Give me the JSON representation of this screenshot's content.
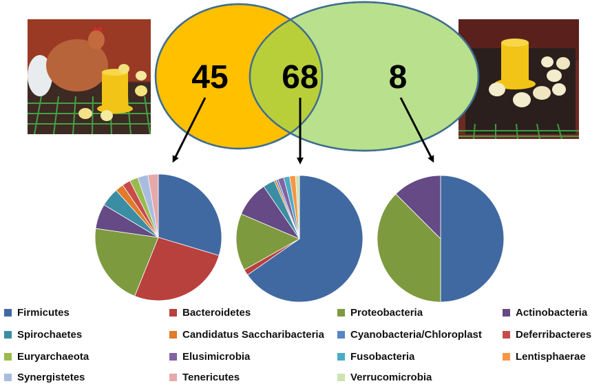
{
  "colors": {
    "venn_left": "#FFC000",
    "venn_overlap": "#B8CF3A",
    "venn_right": "#B9E08C",
    "venn_stroke": "#3F6E8F",
    "arrow": "#000000"
  },
  "photos": {
    "left": "hen-with-chicks-photo",
    "right": "chicks-at-feeder-photo"
  },
  "chart_data": [
    {
      "type": "venn",
      "sets": [
        {
          "region": "left-only",
          "value": "45"
        },
        {
          "region": "shared",
          "value": "68"
        },
        {
          "region": "right-only",
          "value": "8"
        }
      ]
    },
    {
      "type": "pie",
      "region": "left-only",
      "labels": [
        "Firmicutes",
        "Bacteroidetes",
        "Proteobacteria",
        "Actinobacteria",
        "Spirochaetes",
        "Candidatus Saccharibacteria",
        "Cyanobacteria/Chloroplast",
        "Deferribacteres",
        "Euryarchaeota",
        "Elusimicrobia",
        "Fusobacteria",
        "Lentisphaerae",
        "Synergistetes",
        "Tenericutes",
        "Verrucomicrobia"
      ],
      "values": [
        28,
        25,
        20,
        6,
        4.5,
        2,
        0,
        2,
        2,
        0,
        0,
        0,
        2.5,
        2.5,
        0
      ]
    },
    {
      "type": "pie",
      "region": "shared",
      "labels": [
        "Firmicutes",
        "Bacteroidetes",
        "Proteobacteria",
        "Actinobacteria",
        "Spirochaetes",
        "Candidatus Saccharibacteria",
        "Cyanobacteria/Chloroplast",
        "Deferribacteres",
        "Euryarchaeota",
        "Elusimicrobia",
        "Fusobacteria",
        "Lentisphaerae",
        "Synergistetes",
        "Tenericutes",
        "Verrucomicrobia"
      ],
      "values": [
        65,
        1.5,
        14.5,
        9,
        3,
        0.5,
        0.5,
        0,
        0,
        1.5,
        1.5,
        1.5,
        0,
        0,
        1
      ]
    },
    {
      "type": "pie",
      "region": "right-only",
      "labels": [
        "Firmicutes",
        "Bacteroidetes",
        "Proteobacteria",
        "Actinobacteria",
        "Spirochaetes",
        "Candidatus Saccharibacteria",
        "Cyanobacteria/Chloroplast",
        "Deferribacteres",
        "Euryarchaeota",
        "Elusimicrobia",
        "Fusobacteria",
        "Lentisphaerae",
        "Synergistetes",
        "Tenericutes",
        "Verrucomicrobia"
      ],
      "values": [
        50,
        0,
        37.5,
        12.5,
        0,
        0,
        0,
        0,
        0,
        0,
        0,
        0,
        0,
        0,
        0
      ]
    }
  ],
  "legend": [
    {
      "label": "Firmicutes",
      "color": "#4169A1"
    },
    {
      "label": "Bacteroidetes",
      "color": "#B8403D"
    },
    {
      "label": "Proteobacteria",
      "color": "#7E9A3F"
    },
    {
      "label": "Actinobacteria",
      "color": "#654A85"
    },
    {
      "label": "Spirochaetes",
      "color": "#3B8DA3"
    },
    {
      "label": "Candidatus Saccharibacteria",
      "color": "#E07B2A"
    },
    {
      "label": "Cyanobacteria/Chloroplast",
      "color": "#5884C8"
    },
    {
      "label": "Deferribacteres",
      "color": "#C84B4B"
    },
    {
      "label": "Euryarchaeota",
      "color": "#99BB4D"
    },
    {
      "label": "Elusimicrobia",
      "color": "#8064A2"
    },
    {
      "label": "Fusobacteria",
      "color": "#4BACC6"
    },
    {
      "label": "Lentisphaerae",
      "color": "#F79646"
    },
    {
      "label": "Synergistetes",
      "color": "#A9BCE0"
    },
    {
      "label": "Tenericutes",
      "color": "#E6A9A9"
    },
    {
      "label": "Verrucomicrobia",
      "color": "#CFE3B0"
    }
  ]
}
